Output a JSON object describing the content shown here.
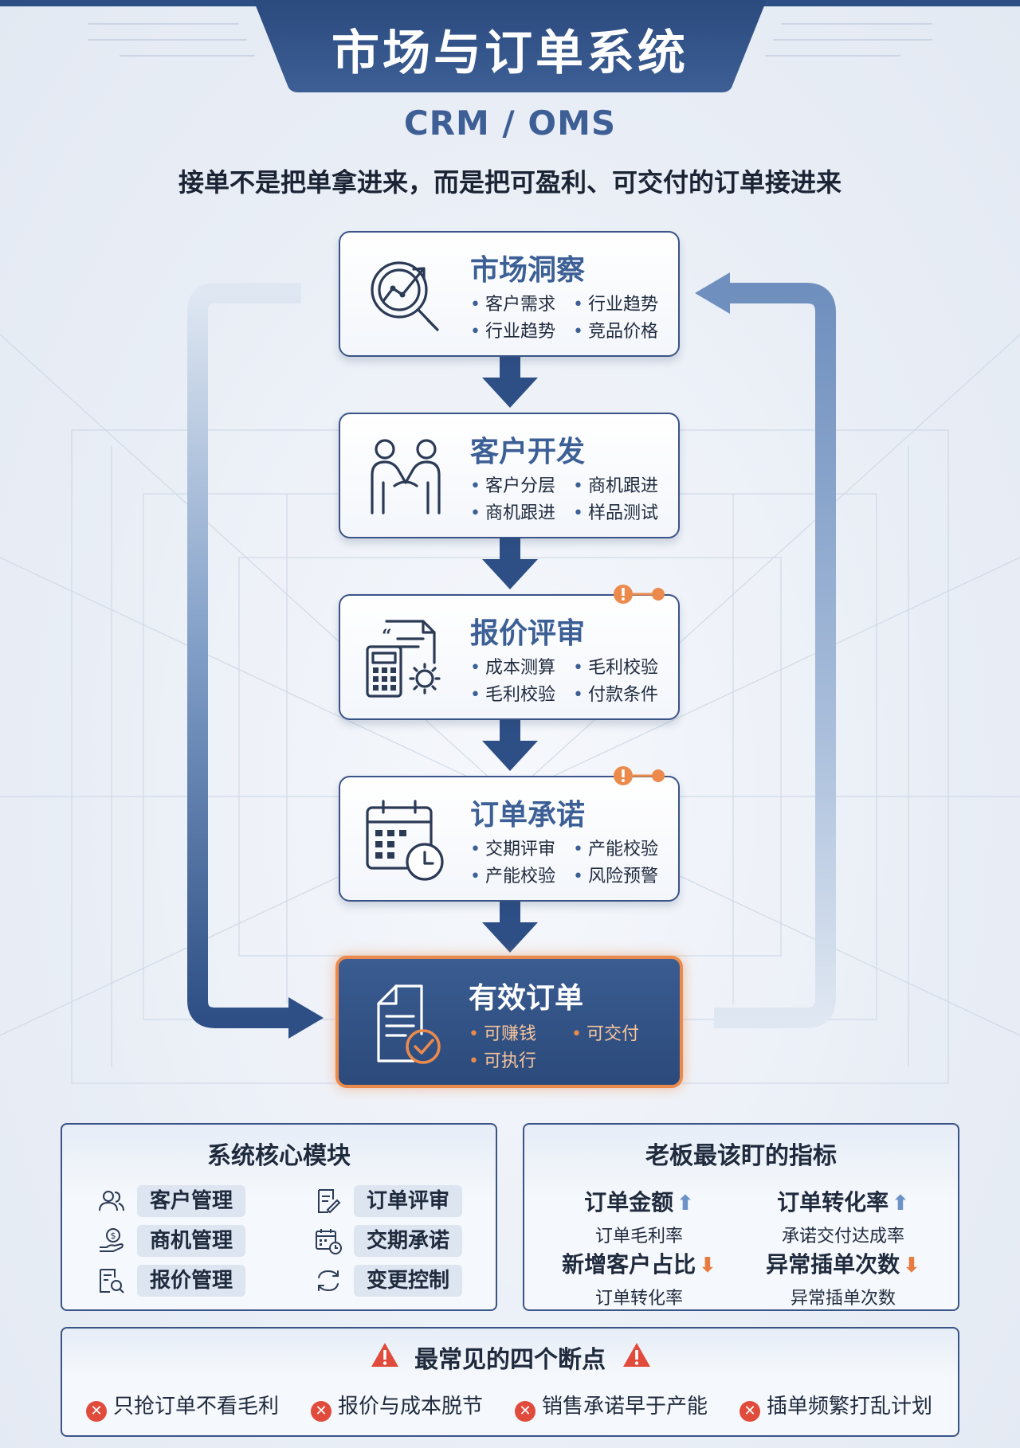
{
  "header": {
    "title": "市场与订单系统",
    "subtitle": "CRM / OMS",
    "tagline": "接单不是把单拿进来，而是把可盈利、可交付的订单接进来"
  },
  "flow": [
    {
      "title": "市场洞察",
      "icon": "market-insight-icon",
      "bullets": [
        "客户需求",
        "行业趋势",
        "行业趋势",
        "竞品价格"
      ],
      "alert": false
    },
    {
      "title": "客户开发",
      "icon": "handshake-icon",
      "bullets": [
        "客户分层",
        "商机跟进",
        "商机跟进",
        "样品测试"
      ],
      "alert": false
    },
    {
      "title": "报价评审",
      "icon": "quote-calculator-icon",
      "bullets": [
        "成本测算",
        "毛利校验",
        "毛利校验",
        "付款条件"
      ],
      "alert": true
    },
    {
      "title": "订单承诺",
      "icon": "calendar-clock-icon",
      "bullets": [
        "交期评审",
        "产能校验",
        "产能校验",
        "风险预警"
      ],
      "alert": true
    },
    {
      "title": "有效订单",
      "icon": "document-check-icon",
      "bullets": [
        "可赚钱",
        "可交付",
        "可执行"
      ],
      "alert": false,
      "highlight": true
    }
  ],
  "modules": {
    "title": "系统核心模块",
    "items": [
      {
        "label": "客户管理",
        "icon": "users-icon"
      },
      {
        "label": "订单评审",
        "icon": "document-edit-icon"
      },
      {
        "label": "商机管理",
        "icon": "money-hand-icon"
      },
      {
        "label": "交期承诺",
        "icon": "calendar-icon"
      },
      {
        "label": "报价管理",
        "icon": "document-search-icon"
      },
      {
        "label": "变更控制",
        "icon": "sync-icon"
      }
    ]
  },
  "metrics": {
    "title": "老板最该盯的指标",
    "items": [
      {
        "main": "订单金额",
        "sub": "订单毛利率",
        "trend": "up"
      },
      {
        "main": "订单转化率",
        "sub": "承诺交付达成率",
        "trend": "up"
      },
      {
        "main": "新增客户占比",
        "sub": "订单转化率",
        "trend": "down"
      },
      {
        "main": "异常插单次数",
        "sub": "异常插单次数",
        "trend": "down"
      }
    ],
    "arrows": {
      "up": "⬆",
      "down": "⬇"
    }
  },
  "breakpoints": {
    "title": "最常见的四个断点",
    "items": [
      "只抢订单不看毛利",
      "报价与成本脱节",
      "销售承诺早于产能",
      "插单频繁打乱计划"
    ]
  },
  "colors": {
    "primary": "#2e4f85",
    "accent": "#ec8a4c",
    "alert": "#e04b3c",
    "text": "#1f2a3d"
  }
}
